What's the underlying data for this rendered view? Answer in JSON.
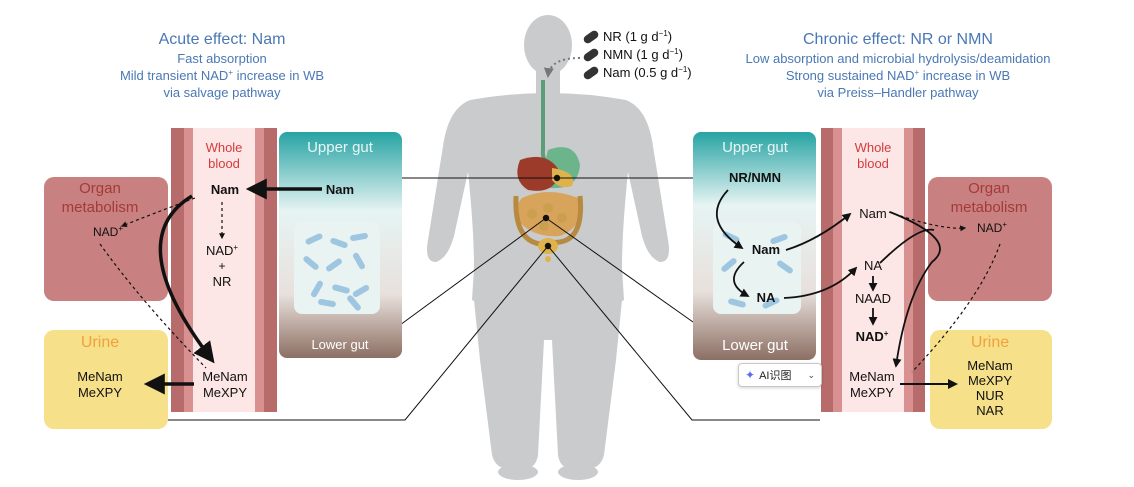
{
  "doses": {
    "nr": "NR (1 g d",
    "nmn": "NMN (1 g d",
    "nam": "Nam (0.5 g d",
    "unit_sup": "−1",
    "close": ")"
  },
  "acute": {
    "title": "Acute effect: Nam",
    "line1": "Fast absorption",
    "line2a": "Mild transient NAD",
    "line2b": " increase in WB",
    "line3": "via salvage pathway",
    "sup": "+"
  },
  "chronic": {
    "title": "Chronic effect: NR or NMN",
    "line1": "Low absorption and microbial hydrolysis/deamidation",
    "line2a": "Strong sustained NAD",
    "line2b": " increase in WB",
    "line3": "via Preiss–Handler pathway",
    "sup": "+"
  },
  "left_panel": {
    "blood_l1": "Whole",
    "blood_l2": "blood",
    "upper_gut": "Upper gut",
    "lower_gut": "Lower gut",
    "gut_nam": "Nam",
    "blood_nam": "Nam",
    "nad_a": "NAD",
    "plus": "+",
    "nr": "NR",
    "menam": "MeNam",
    "mexpy": "MeXPY",
    "organ_l1": "Organ",
    "organ_l2": "metabolism",
    "organ_nad": "NAD",
    "urine": "Urine",
    "urine_menam": "MeNam",
    "urine_mexpy": "MeXPY",
    "sup": "+"
  },
  "right_panel": {
    "upper_gut": "Upper gut",
    "lower_gut": "Lower gut",
    "nr_nmn": "NR/NMN",
    "gut_nam": "Nam",
    "gut_na": "NA",
    "blood_l1": "Whole",
    "blood_l2": "blood",
    "nam": "Nam",
    "na": "NA",
    "naad": "NAAD",
    "nad": "NAD",
    "menam": "MeNam",
    "mexpy": "MeXPY",
    "organ_l1": "Organ",
    "organ_l2": "metabolism",
    "organ_nad": "NAD",
    "urine": "Urine",
    "u1": "MeNam",
    "u2": "MeXPY",
    "u3": "NUR",
    "u4": "NAR",
    "sup": "+"
  },
  "chip": {
    "label": "AI识图"
  },
  "colors": {
    "title_blue": "#4a78b5",
    "blood_red": "#d43c3c",
    "organ_red": "#a43a3a",
    "urine_orange": "#f0a13c",
    "gut_teal": "#1f9d9d",
    "vessel": "#c27575",
    "organ_fill": "#c98080",
    "urine_fill": "#f6e08a"
  }
}
